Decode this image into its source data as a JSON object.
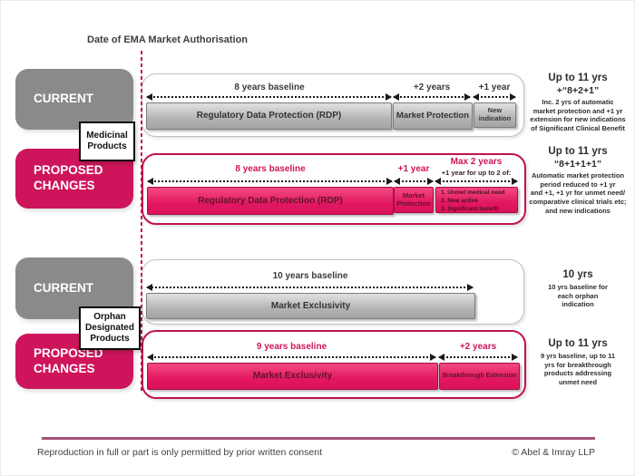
{
  "header": {
    "date_label": "Date of EMA Market Authorisation"
  },
  "left_labels": {
    "current": "CURRENT",
    "proposed": "PROPOSED CHANGES",
    "medicinal": "Medicinal Products",
    "orphan": "Orphan Designated Products"
  },
  "rows": {
    "med_current": {
      "spans": [
        {
          "label": "8 years baseline",
          "bar": "Regulatory Data Protection (RDP)"
        },
        {
          "label": "+2 years",
          "bar": "Market Protection"
        },
        {
          "label": "+1 year",
          "bar": "New indication"
        }
      ],
      "annotation": {
        "title": "Up to 11 yrs",
        "subtitle": "+“8+2+1”",
        "body": "Inc. 2 yrs of automatic\nmarket protection and +1 yr\nextension for new indications\nof Significant Clinical Benefit"
      }
    },
    "med_proposed": {
      "spans": [
        {
          "label": "8 years baseline",
          "bar": "Regulatory Data Protection (RDP)"
        },
        {
          "label": "+1 year",
          "bar": "Market Protection"
        },
        {
          "label": "Max 2 years",
          "sublabel": "+1 year for up to 2 of:",
          "bar_items": [
            "1. Unmet medical need",
            "2. New active",
            "3. Significant benefit"
          ]
        }
      ],
      "annotation": {
        "title": "Up to 11 yrs",
        "subtitle": "“8+1+1+1”",
        "body": "Automatic market protection\nperiod reduced to +1 yr\nand +1, +1 yr for unmet need/\ncomparative clinical trials etc;\nand new indications"
      }
    },
    "orph_current": {
      "spans": [
        {
          "label": "10 years baseline",
          "bar": "Market Exclusivity"
        }
      ],
      "annotation": {
        "title": "10 yrs",
        "body": "10 yrs baseline for\neach orphan\nindication"
      }
    },
    "orph_proposed": {
      "spans": [
        {
          "label": "9 years baseline",
          "bar": "Market Exclusivity"
        },
        {
          "label": "+2 years",
          "bar": "Breakthrough Extension"
        }
      ],
      "annotation": {
        "title": "Up to 11 yrs",
        "body": "9 yrs baseline, up to 11\nyrs for breakthrough\nproducts addressing\nunmet need"
      }
    }
  },
  "footer": {
    "left": "Reproduction in full or part is only permitted by prior written consent",
    "right": "© Abel & Imray LLP"
  },
  "colors": {
    "accent_pink": "#ce155c",
    "gray": "#8a8a8a",
    "dashed_line": "#c11746",
    "footer_line": "#a05278"
  }
}
